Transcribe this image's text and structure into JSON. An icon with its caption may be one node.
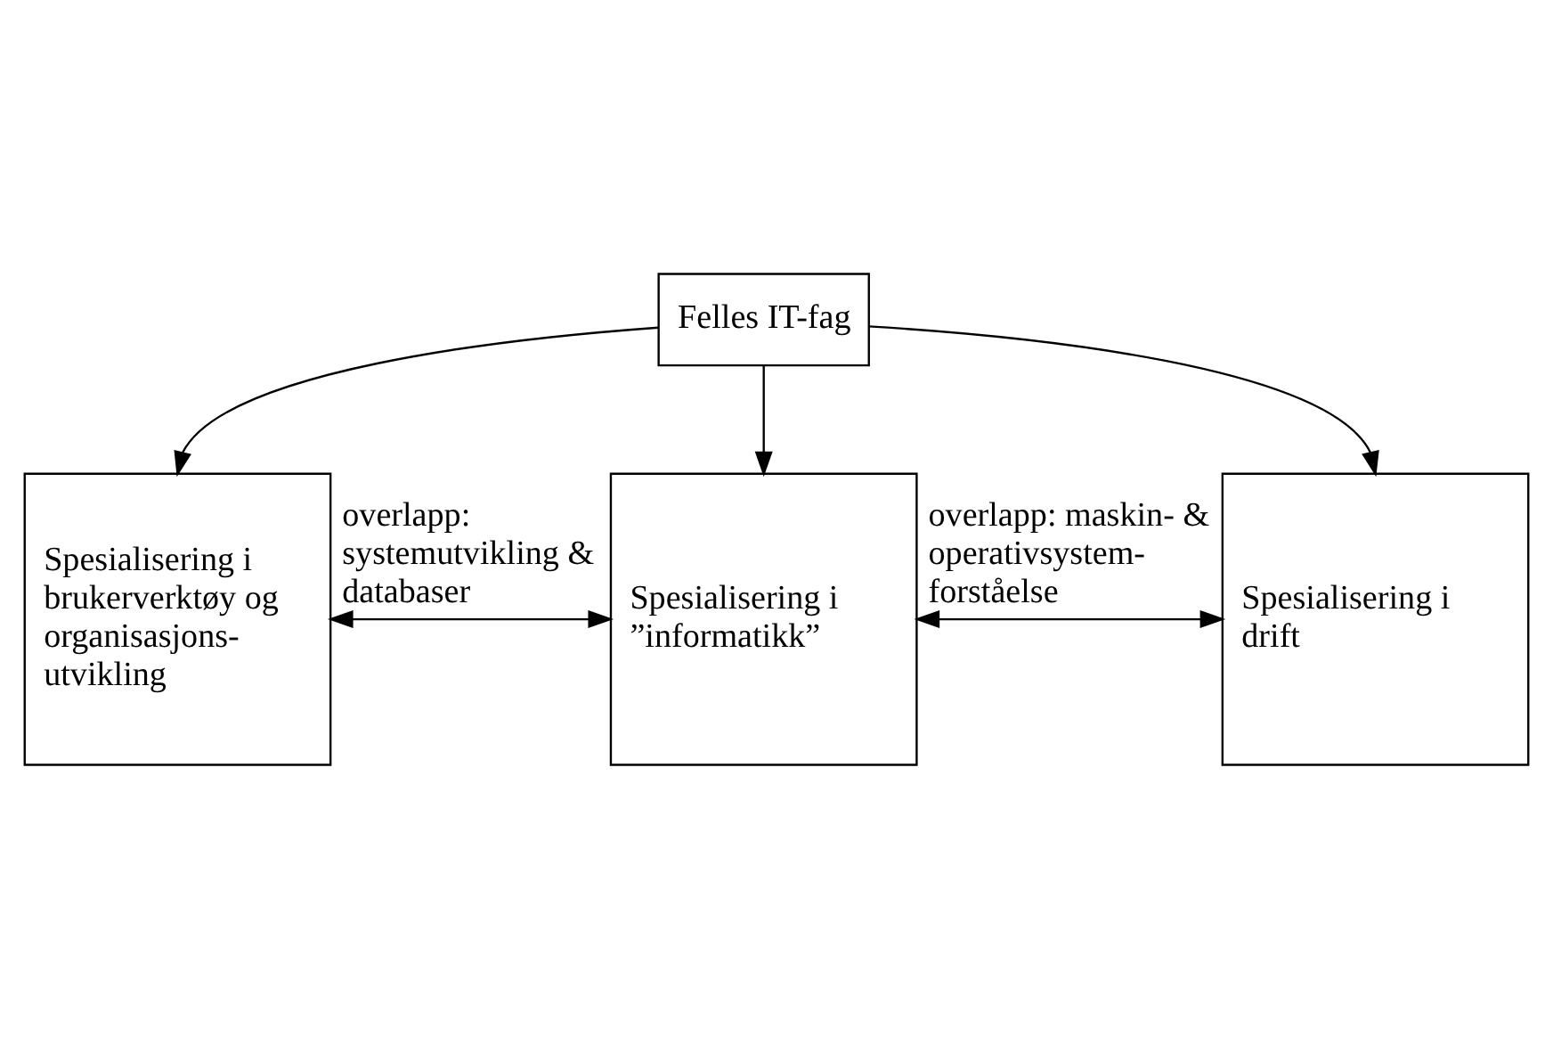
{
  "diagram": {
    "nodes": [
      {
        "text": [
          "Felles IT-fag"
        ]
      },
      {
        "text": [
          "Spesialisering i brukerverktøy og organisasjons- utvikling"
        ]
      },
      {
        "text": [
          "Spesialisering i ”informatikk”"
        ]
      },
      {
        "text": [
          "Spesialisering i drift"
        ]
      }
    ],
    "edges": [
      {
        "from": 0,
        "to": 1,
        "arrow": "to"
      },
      {
        "from": 0,
        "to": 2,
        "arrow": "to"
      },
      {
        "from": 0,
        "to": 3,
        "arrow": "to"
      },
      {
        "from": 1,
        "to": 2,
        "arrow": "both",
        "label": "overlapp: systemutvikling & databaser"
      },
      {
        "from": 2,
        "to": 3,
        "arrow": "both",
        "label": "overlapp: maskin- & operativsystem- forståelse"
      }
    ]
  }
}
